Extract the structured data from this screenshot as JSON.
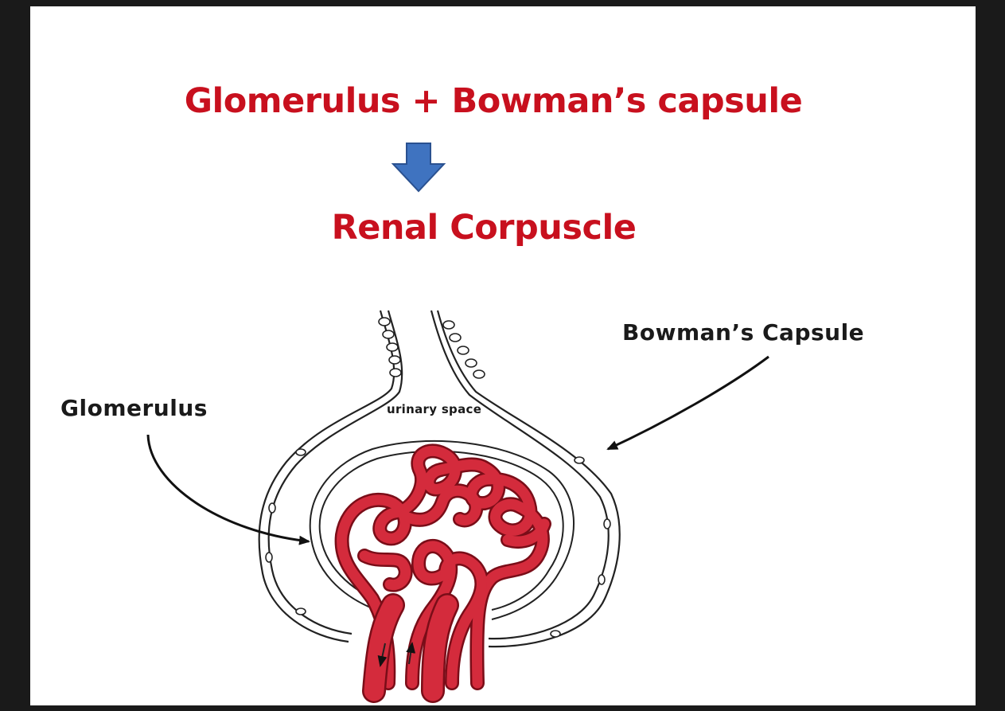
{
  "heading": {
    "line1": "Glomerulus + Bowman’s capsule",
    "line2": "Renal Corpuscle"
  },
  "labels": {
    "glomerulus": "Glomerulus",
    "bowmans_capsule": "Bowman’s Capsule",
    "urinary_space": "urinary space"
  },
  "colors": {
    "heading": "#c8101e",
    "arrow": "#3f73c0",
    "capillary": "#d42b3c",
    "capillary_outline": "#7a0d18"
  },
  "icons": {
    "down_arrow": "down-arrow-icon"
  }
}
